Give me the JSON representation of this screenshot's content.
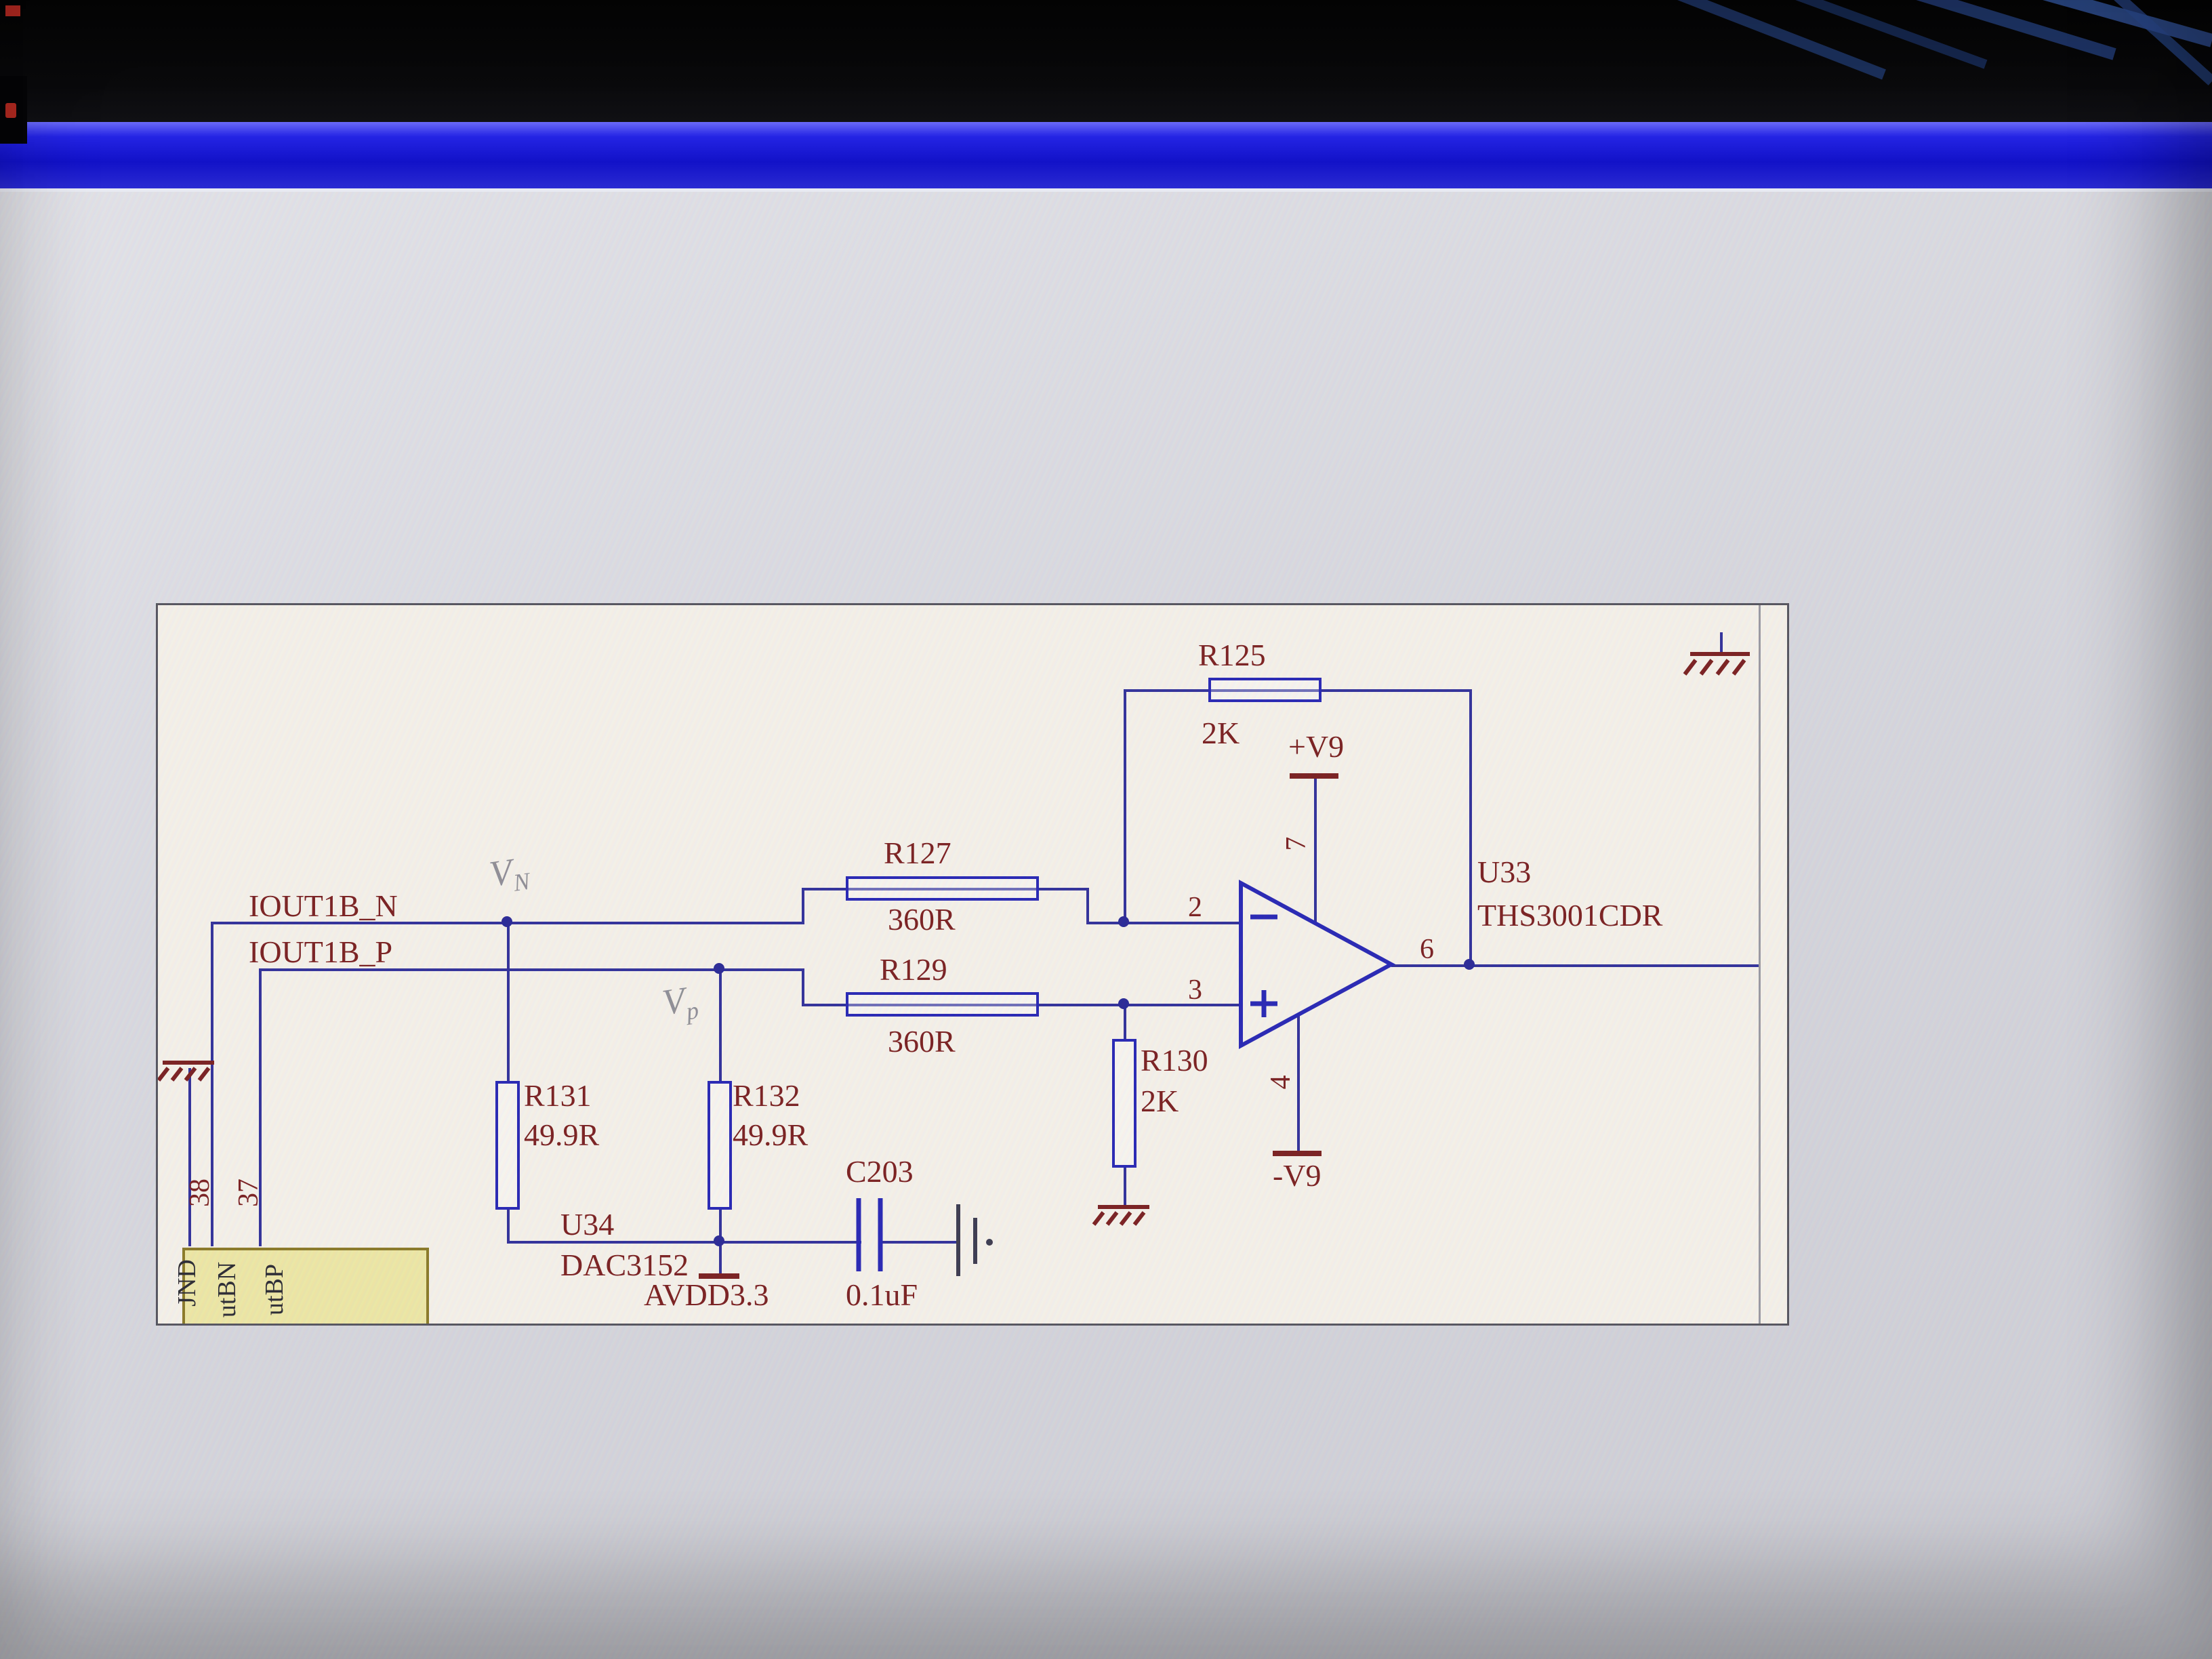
{
  "schematic": {
    "nets": {
      "n": "IOUT1B_N",
      "p": "IOUT1B_P"
    },
    "components": {
      "r125": {
        "ref": "R125",
        "value": "2K"
      },
      "r127": {
        "ref": "R127",
        "value": "360R"
      },
      "r129": {
        "ref": "R129",
        "value": "360R"
      },
      "r130": {
        "ref": "R130",
        "value": "2K"
      },
      "r131": {
        "ref": "R131",
        "value": "49.9R"
      },
      "r132": {
        "ref": "R132",
        "value": "49.9R"
      },
      "c203": {
        "ref": "C203",
        "value": "0.1uF"
      }
    },
    "opamp": {
      "ref": "U33",
      "part": "THS3001CDR",
      "pin_inv": "2",
      "pin_non": "3",
      "pin_out": "6",
      "pin_vpos": "7",
      "pin_vneg": "4"
    },
    "dac": {
      "ref": "U34",
      "part": "DAC3152",
      "pin38": "38",
      "pin37": "37",
      "name_gnd": "JND",
      "name_bn": "utBN",
      "name_bp": "utBP"
    },
    "power": {
      "vpos": "+V9",
      "vneg": "-V9",
      "avdd": "AVDD3.3"
    },
    "annotations": {
      "vn_base": "V",
      "vn_sub": "N",
      "vp_base": "V",
      "vp_sub": "p"
    },
    "colors": {
      "wire": "#32329a",
      "symbol": "#2828b4",
      "label": "#7a2121",
      "sheet": "#f4f1e9",
      "titlebar": "#1212c8"
    }
  }
}
